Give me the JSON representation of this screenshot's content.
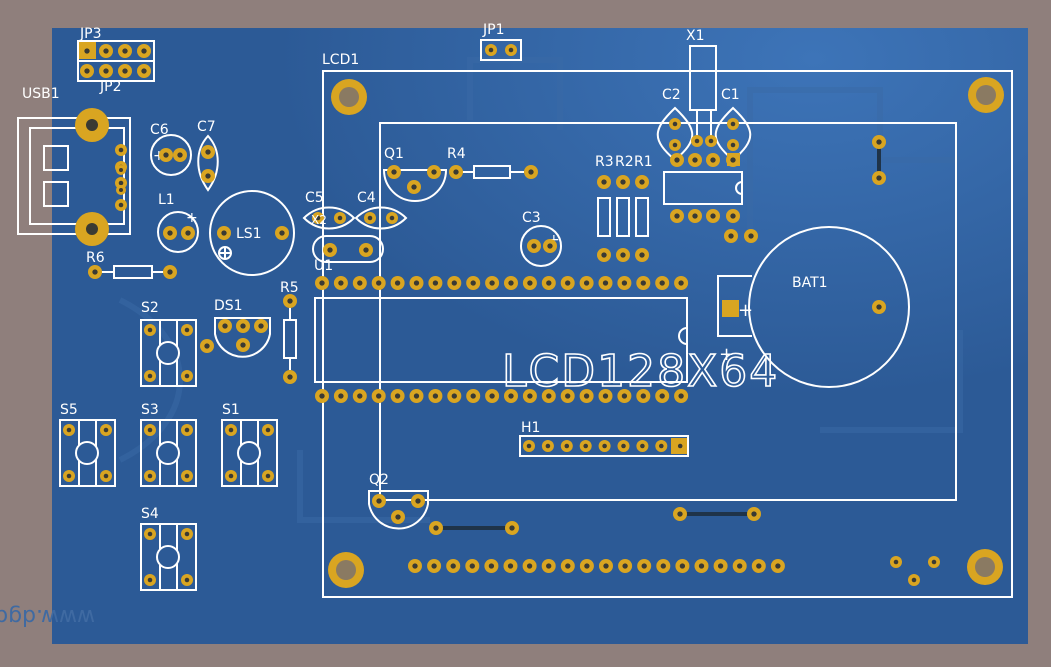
{
  "colors": {
    "frame": "#8f7f7c",
    "board": "#2c5a96",
    "board_highlight": "#3d74b8",
    "silkscreen": "#ffffff",
    "pad": "#d9a521",
    "pad_hole": "#3a3a33",
    "trace": "#1f3348"
  },
  "labels": {
    "jp3": "JP3",
    "jp1": "JP1",
    "jp2": "JP2",
    "x1": "X1",
    "usb1": "USB1",
    "lcd1": "LCD1",
    "c2": "C2",
    "c1": "C1",
    "c6": "C6",
    "c7": "C7",
    "q1": "Q1",
    "r4": "R4",
    "r3": "R3",
    "r2": "R2",
    "r1": "R1",
    "c5": "C5",
    "c4": "C4",
    "x2": "X2",
    "l1": "L1",
    "ls1": "LS1",
    "c3": "C3",
    "u1": "U1",
    "r6": "R6",
    "r5": "R5",
    "bat1": "BAT1",
    "s2": "S2",
    "ds1": "DS1",
    "lcd_text": "LCD128X64",
    "s5": "S5",
    "s3": "S3",
    "s1": "S1",
    "h1": "H1",
    "q2": "Q2",
    "s4": "S4",
    "watermark": "www.dgdzmcl"
  }
}
